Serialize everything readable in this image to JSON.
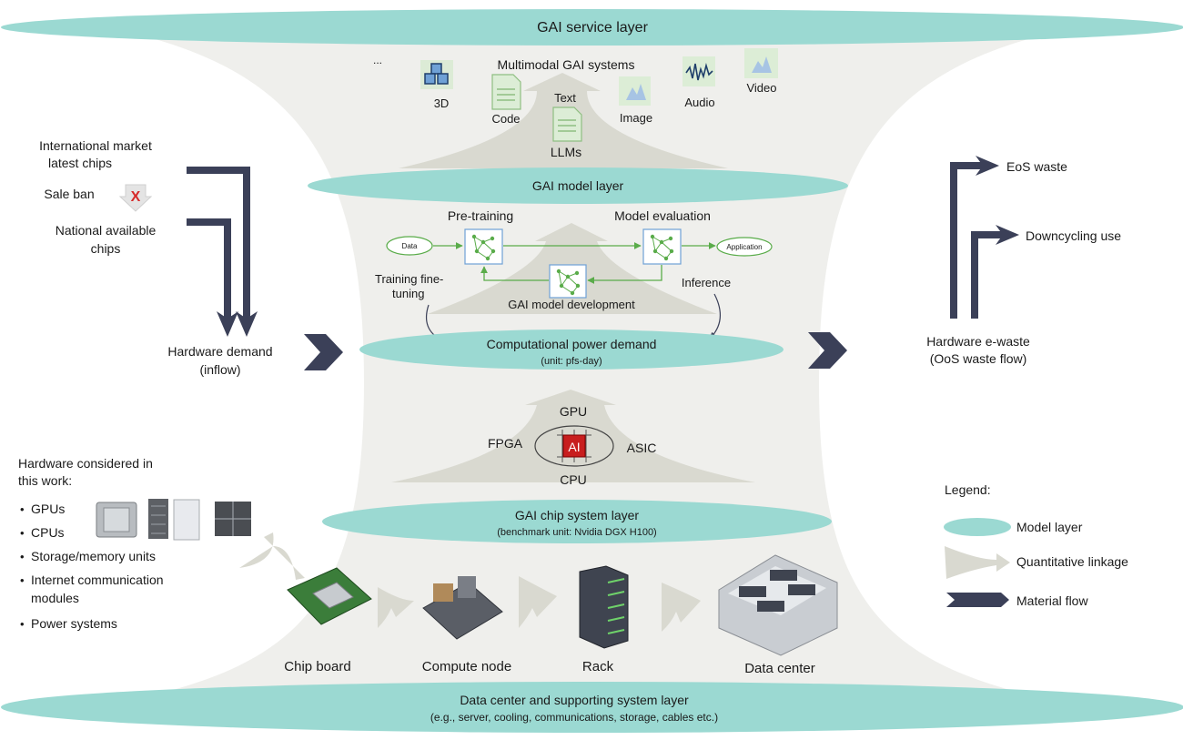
{
  "layers": {
    "service": "GAI service layer",
    "model": "GAI model layer",
    "compute_title": "Computational power demand",
    "compute_unit": "(unit: pfs-day)",
    "chip_title": "GAI chip system layer",
    "chip_sub": "(benchmark unit: Nvidia DGX H100)",
    "dc_title": "Data center and supporting system layer",
    "dc_sub": "(e.g., server, cooling, communications, storage, cables etc.)"
  },
  "service": {
    "ellipsis": "...",
    "multimodal": "Multimodal GAI systems",
    "items": {
      "3d": "3D",
      "code": "Code",
      "text": "Text",
      "image": "Image",
      "audio": "Audio",
      "video": "Video"
    },
    "llms": "LLMs"
  },
  "model": {
    "pretraining": "Pre-training",
    "evaluation": "Model evaluation",
    "data": "Data",
    "application": "Application",
    "training_line1": "Training fine-",
    "training_line2": "tuning",
    "development": "GAI model development",
    "inference": "Inference"
  },
  "chip": {
    "gpu": "GPU",
    "fpga": "FPGA",
    "asic": "ASIC",
    "cpu": "CPU",
    "ai": "AI"
  },
  "inflow": {
    "intl_line1": "International market",
    "intl_line2": "latest chips",
    "sale_ban": "Sale ban",
    "national_line1": "National available",
    "national_line2": "chips",
    "demand_line1": "Hardware demand",
    "demand_line2": "(inflow)"
  },
  "outflow": {
    "eos": "EoS waste",
    "downcycling": "Downcycling use",
    "ewaste_line1": "Hardware e-waste",
    "ewaste_line2": "(OoS waste flow)"
  },
  "hardware": {
    "title_line1": "Hardware considered in",
    "title_line2": "this work:",
    "items": [
      "GPUs",
      "CPUs",
      "Storage/memory units",
      "Internet communication",
      "modules",
      "Power systems"
    ]
  },
  "components": {
    "chip_board": "Chip board",
    "compute_node": "Compute node",
    "rack": "Rack",
    "data_center": "Data center"
  },
  "legend": {
    "title": "Legend:",
    "model_layer": "Model layer",
    "linkage": "Quantitative linkage",
    "material": "Material flow"
  },
  "colors": {
    "teal": "#9bd9d2",
    "funnel": "#efefec",
    "arrow": "#d9d9d0",
    "navy": "#3b4058",
    "green": "#5aac4a",
    "blue": "#6fa1d6",
    "red": "#d62a2a"
  },
  "icons": [
    "3d-cubes-icon",
    "code-file-icon",
    "text-file-icon",
    "image-icon",
    "audio-icon",
    "video-icon",
    "ai-chip-icon",
    "neural-network-icon",
    "sale-ban-icon"
  ]
}
